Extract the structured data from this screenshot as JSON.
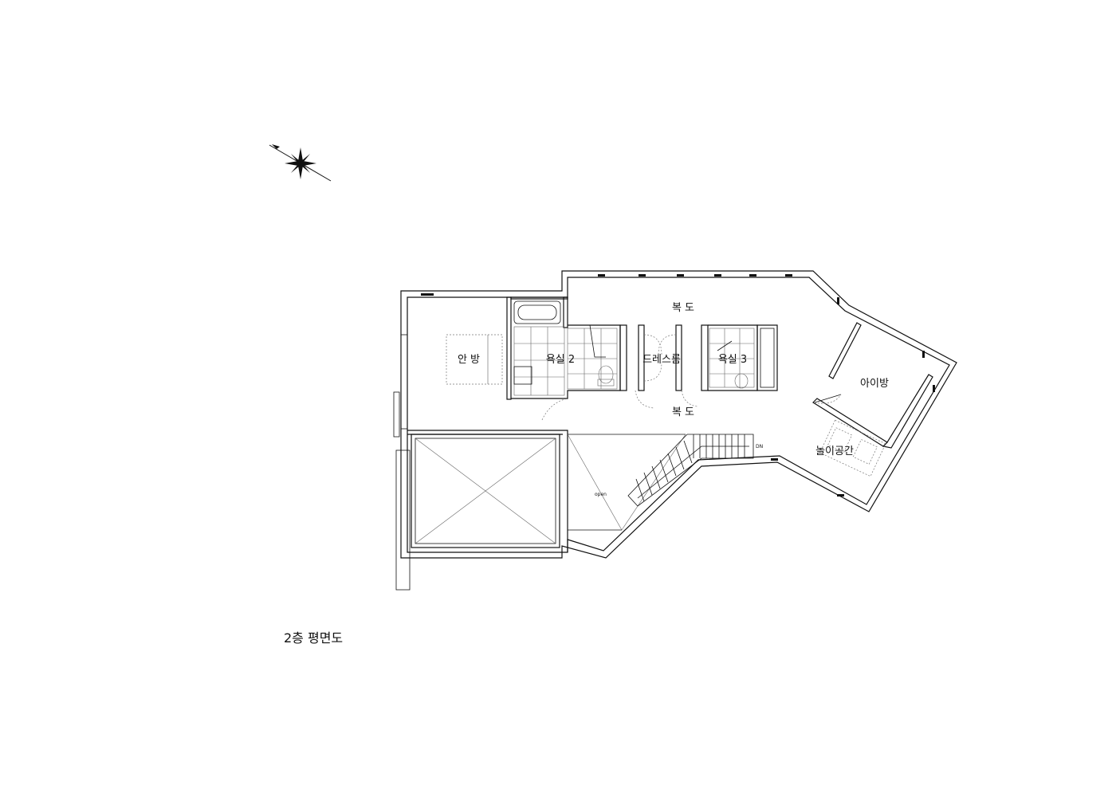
{
  "drawing": {
    "title": "2층 평면도",
    "rooms": {
      "master_bedroom": "안 방",
      "bathroom_2": "욕실 2",
      "dressing_room": "드레스룸",
      "bathroom_3": "욕실 3",
      "kids_room": "아이방",
      "corridor_upper": "복 도",
      "corridor_lower": "복 도",
      "play_area": "놀이공간"
    },
    "annotations": {
      "stair_down": "DN",
      "void_open": "open"
    },
    "compass_icon": "compass-star-icon"
  }
}
